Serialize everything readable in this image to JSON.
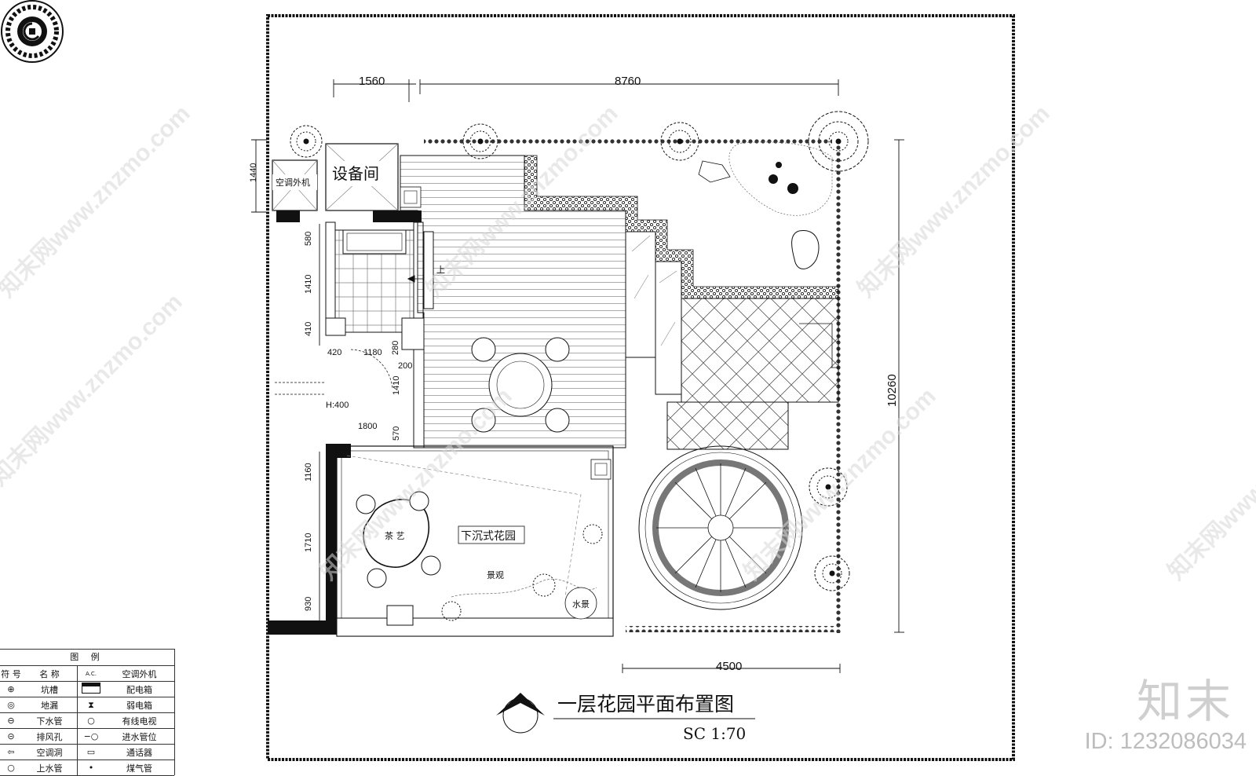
{
  "drawing": {
    "title": "一层花园平面布置图",
    "scale": "SC 1:70"
  },
  "dimensions": {
    "top_left": "1560",
    "top_main": "8760",
    "left_top": "1440",
    "right_main": "10260",
    "bottom_main": "4500",
    "left_580": "580",
    "left_1410a": "1410",
    "left_410": "410",
    "mid_420": "420",
    "mid_1180": "1180",
    "mid_280": "280",
    "mid_200": "200",
    "mid_1410b": "1410",
    "height_note": "H:400",
    "mid_1800": "1800",
    "mid_570": "570",
    "left_1160": "1160",
    "left_1710": "1710",
    "left_930": "930"
  },
  "rooms": {
    "ac_unit": "空调外机",
    "equipment_room": "设备间",
    "stair_up": "上",
    "tea": "茶 艺",
    "sunken_garden": "下沉式花园",
    "landscape": "景观",
    "water_feature": "水景"
  },
  "legend": {
    "title": "图  例",
    "header": {
      "symbol": "符 号",
      "name": "名  称",
      "symbol2": "A.C.",
      "name2": "空调外机"
    },
    "rows": [
      {
        "name": "坑槽",
        "name2": "配电箱"
      },
      {
        "name": "地漏",
        "name2": "弱电箱"
      },
      {
        "name": "下水管",
        "name2": "有线电视"
      },
      {
        "name": "排风孔",
        "name2": "进水管位"
      },
      {
        "name": "空调洞",
        "name2": "通话器"
      },
      {
        "name": "上水管",
        "name2": "煤气管"
      }
    ]
  },
  "watermark": {
    "text": "知末网www.znzmo.com",
    "brand": "知末",
    "id": "ID: 1232086034"
  },
  "colors": {
    "line": "#111111",
    "hatch": "#555555",
    "ring": "#777777",
    "watermark": "#d0d0d0"
  }
}
